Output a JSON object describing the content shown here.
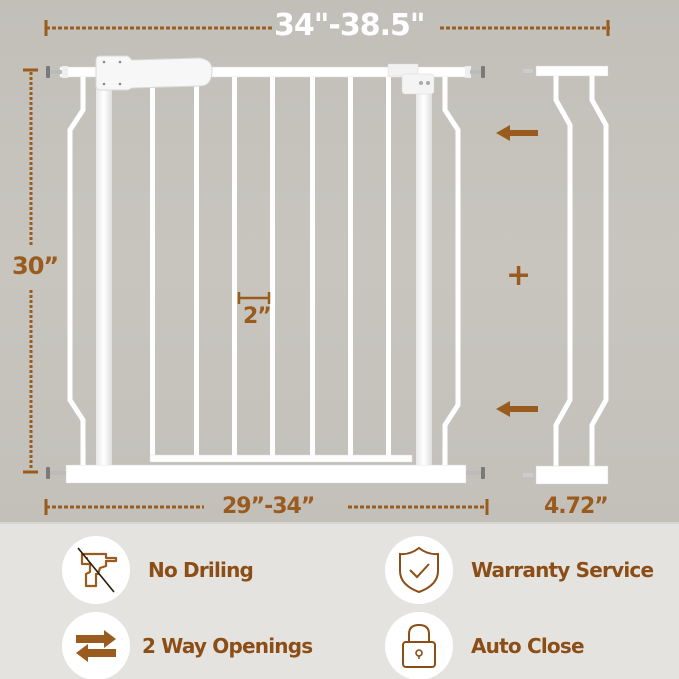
{
  "colors": {
    "accent_brown": "#9a5b1e",
    "label_brown": "#8b4e16",
    "wall_gray": "#c6c3bd",
    "panel_light": "#e4e3e0",
    "gate_white": "#ffffff"
  },
  "dimensions": {
    "overall_width": "34\"-38.5\"",
    "height": "30”",
    "bar_spacing": "2”",
    "gate_width": "29”-34”",
    "extension_width": "4.72”"
  },
  "extension": {
    "plus_symbol": "+",
    "arrow_icon": "arrow-left-icon"
  },
  "features": [
    {
      "icon": "no-drill-icon",
      "label": "No Driling"
    },
    {
      "icon": "shield-check-icon",
      "label": "Warranty Service"
    },
    {
      "icon": "two-way-arrows-icon",
      "label": "2 Way Openings"
    },
    {
      "icon": "padlock-icon",
      "label": "Auto Close"
    }
  ]
}
